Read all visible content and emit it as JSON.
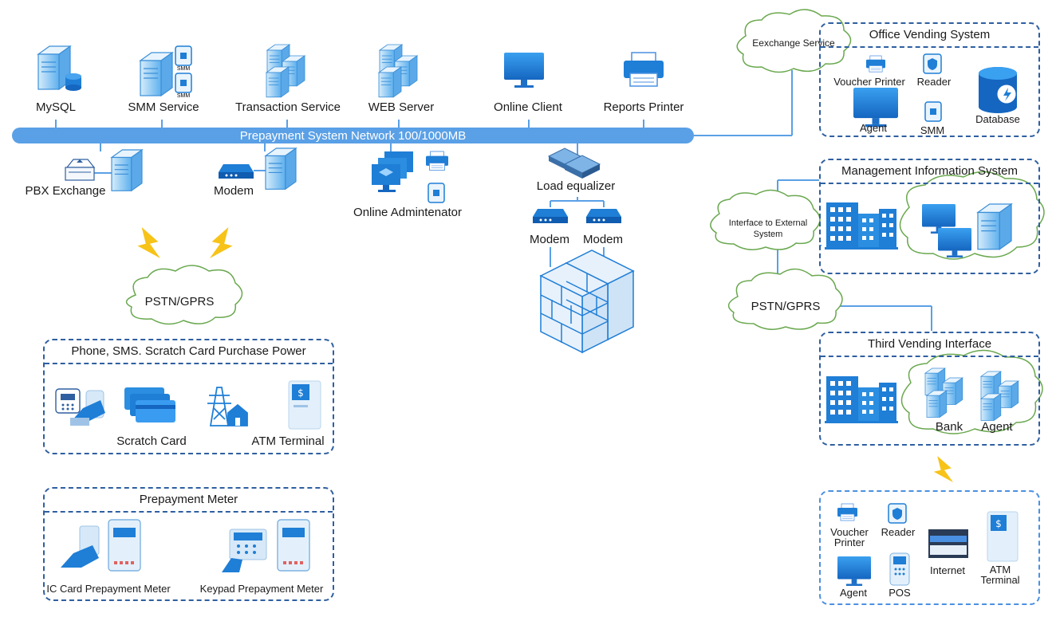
{
  "colors": {
    "network": "#5aa0e6",
    "accent": "#1f7ed6",
    "dark": "#2f5fa0",
    "cloudstroke": "#6aa84f",
    "bolt": "#f7c318"
  },
  "network": {
    "label": "Prepayment System Network 100/1000MB"
  },
  "top_nodes": [
    {
      "label": "MySQL",
      "icon": "server-database-icon"
    },
    {
      "label": "SMM Service",
      "icon": "server-smm-icon",
      "chip": "SMM"
    },
    {
      "label": "Transaction Service",
      "icon": "server-cluster-icon"
    },
    {
      "label": "WEB Server",
      "icon": "server-cluster-icon"
    },
    {
      "label": "Online Client",
      "icon": "monitor-icon"
    },
    {
      "label": "Reports Printer",
      "icon": "printer-icon"
    }
  ],
  "bottom_nodes": {
    "pbx": "PBX Exchange",
    "modem": "Modem",
    "online_admin": "Online Admintenator",
    "load_eq": "Load equalizer",
    "modem1": "Modem",
    "modem2": "Modem"
  },
  "clouds": {
    "pstn_left": "PSTN/GPRS",
    "exchange": "Eexchange Service",
    "iface": "Interface to External System",
    "pstn_right": "PSTN/GPRS"
  },
  "purchase_box": {
    "title": "Phone, SMS. Scratch Card Purchase Power",
    "scratch": "Scratch Card",
    "atm": "ATM Terminal"
  },
  "meter_box": {
    "title": "Prepayment Meter",
    "ic": "IC Card Prepayment Meter",
    "keypad": "Keypad Prepayment Meter"
  },
  "office_box": {
    "title": "Office Vending System",
    "voucher": "Voucher Printer",
    "reader": "Reader",
    "agent": "Agent",
    "smm": "SMM",
    "database": "Database"
  },
  "mis_box": {
    "title": "Management Information System"
  },
  "third_box": {
    "title": "Third Vending Interface",
    "bank": "Bank",
    "agent": "Agent"
  },
  "bottom_box": {
    "voucher": "Voucher Printer",
    "reader": "Reader",
    "internet": "Internet",
    "atm": "ATM Terminal",
    "agent": "Agent",
    "pos": "POS"
  },
  "chips": {
    "smm": "SMM"
  }
}
